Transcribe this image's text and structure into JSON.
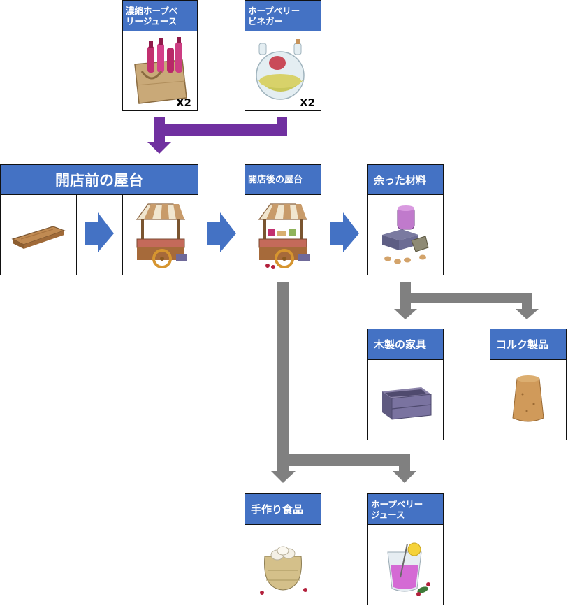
{
  "colors": {
    "header_bg": "#4472c4",
    "purple_arrow": "#7030a0",
    "blue_arrow": "#4472c4",
    "gray_arrow": "#808080"
  },
  "inputs": [
    {
      "line1": "濃縮ホープベ",
      "line2": "リージュース",
      "qty": "X2",
      "icon": "juice-bottles-bag-icon"
    },
    {
      "line1": "ホープベリー",
      "line2": "ビネガー",
      "qty": "X2",
      "icon": "vinegar-flask-icon"
    }
  ],
  "stall_before": {
    "title": "開店前の屋台",
    "icons": [
      "wood-plank-icon",
      "market-stall-icon"
    ]
  },
  "stall_after": {
    "title": "開店後の屋台",
    "icon": "market-stall-open-icon"
  },
  "leftover": {
    "title": "余った材料",
    "icon": "leftover-materials-icon"
  },
  "furniture": {
    "title": "木製の家具",
    "icon": "wooden-crate-icon"
  },
  "cork": {
    "title": "コルク製品",
    "icon": "cork-icon"
  },
  "handmade_food": {
    "title": "手作り食品",
    "icon": "sack-icon"
  },
  "juice": {
    "line1": "ホープベリー",
    "line2": "ジュース",
    "icon": "berry-juice-glass-icon"
  }
}
